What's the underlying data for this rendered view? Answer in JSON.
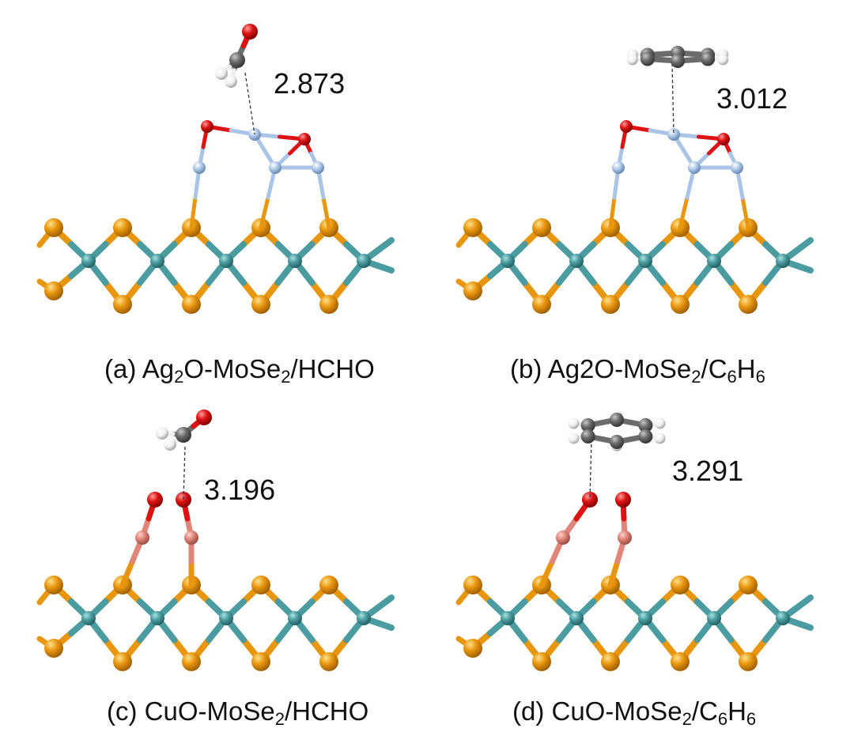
{
  "colors": {
    "mo": "#4a9ca0",
    "se": "#e8960e",
    "ag": "#a9c4e6",
    "o": "#dd1212",
    "cu": "#e0857a",
    "c": "#6c6c6c",
    "h": "#efefef"
  },
  "panels": [
    {
      "id": "a",
      "distance": "2.873",
      "caption": {
        "prefix": "(a) ",
        "parts": [
          [
            "Ag",
            ""
          ],
          [
            "2",
            "sub"
          ],
          [
            "O-MoSe",
            ""
          ],
          [
            "2",
            "sub"
          ],
          [
            "/HCHO",
            ""
          ]
        ]
      }
    },
    {
      "id": "b",
      "distance": "3.012",
      "caption": {
        "prefix": "(b) ",
        "parts": [
          [
            "Ag2O-MoSe",
            ""
          ],
          [
            "2",
            "sub"
          ],
          [
            "/C",
            ""
          ],
          [
            "6",
            "sub"
          ],
          [
            "H",
            ""
          ],
          [
            "6",
            "sub"
          ]
        ]
      }
    },
    {
      "id": "c",
      "distance": "3.196",
      "caption": {
        "prefix": "(c)  ",
        "parts": [
          [
            "CuO-MoSe",
            ""
          ],
          [
            "2",
            "sub"
          ],
          [
            "/HCHO",
            ""
          ]
        ]
      }
    },
    {
      "id": "d",
      "distance": "3.291",
      "caption": {
        "prefix": "(d) ",
        "parts": [
          [
            "CuO-MoSe",
            ""
          ],
          [
            "2",
            "sub"
          ],
          [
            "/C",
            ""
          ],
          [
            "6",
            "sub"
          ],
          [
            "H",
            ""
          ],
          [
            "6",
            "sub"
          ]
        ]
      }
    }
  ]
}
